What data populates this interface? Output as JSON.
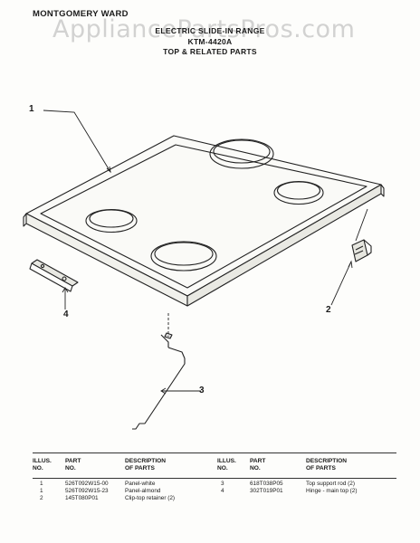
{
  "header": {
    "brand": "MONTGOMERY WARD",
    "title_line1": "ELECTRIC SLIDE-IN RANGE",
    "model": "KTM-4420A",
    "section": "TOP & RELATED PARTS",
    "watermark": "AppliancePartsPros.com"
  },
  "callouts": [
    "1",
    "2",
    "3",
    "4"
  ],
  "table_left": {
    "headers": {
      "illus_line1": "ILLUS.",
      "illus_line2": "NO.",
      "part_line1": "PART",
      "part_line2": "NO.",
      "desc_line1": "DESCRIPTION",
      "desc_line2": "OF PARTS"
    },
    "rows": [
      {
        "illus": "1",
        "part": "526T092W15-00",
        "desc": "Panel-white"
      },
      {
        "illus": "1",
        "part": "526T092W15-23",
        "desc": "Panel-almond"
      },
      {
        "illus": "2",
        "part": "145T080P01",
        "desc": "Clip-top retainer (2)"
      }
    ]
  },
  "table_right": {
    "headers": {
      "illus_line1": "ILLUS.",
      "illus_line2": "NO.",
      "part_line1": "PART",
      "part_line2": "NO.",
      "desc_line1": "DESCRIPTION",
      "desc_line2": "OF PARTS"
    },
    "rows": [
      {
        "illus": "3",
        "part": "618T038P05",
        "desc": "Top support rod  (2)"
      },
      {
        "illus": "4",
        "part": "302T019P01",
        "desc": "Hinge - main top  (2)"
      }
    ]
  }
}
